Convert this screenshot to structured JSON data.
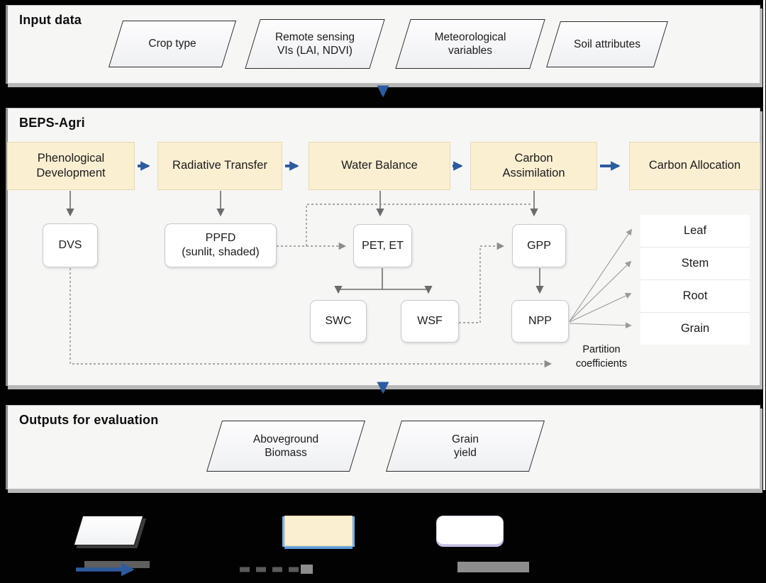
{
  "figure": {
    "type": "model-flowchart",
    "colors": {
      "module_fill": "#fbefd2",
      "accent_blue": "#2d5b9e",
      "connector_gray": "#6b6b6b",
      "dashed_gray": "#8c8c8c",
      "panel_bg": "#f6f6f5",
      "page_bg": "#000000"
    }
  },
  "sections": {
    "input": {
      "title": "Input data",
      "items": [
        {
          "label": "Crop type"
        },
        {
          "label": "Remote sensing\nVIs (LAI, NDVI)"
        },
        {
          "label": "Meteorological\nvariables"
        },
        {
          "label": "Soil attributes"
        }
      ]
    },
    "model": {
      "title": "BEPS-Agri",
      "modules": [
        {
          "label": "Phenological\nDevelopment"
        },
        {
          "label": "Radiative Transfer"
        },
        {
          "label": "Water Balance"
        },
        {
          "label": "Carbon\nAssimilation"
        },
        {
          "label": "Carbon Allocation"
        }
      ],
      "variables": [
        {
          "label": "DVS"
        },
        {
          "label": "PPFD\n(sunlit, shaded)"
        },
        {
          "label": "PET, ET"
        },
        {
          "label": "SWC"
        },
        {
          "label": "WSF"
        },
        {
          "label": "GPP"
        },
        {
          "label": "NPP"
        }
      ],
      "allocation_pools": [
        "Leaf",
        "Stem",
        "Root",
        "Grain"
      ],
      "partition_label": "Partition\ncoefficients"
    },
    "outputs": {
      "title": "Outputs for evaluation",
      "items": [
        {
          "label": "Aboveground\nBiomass"
        },
        {
          "label": "Grain\nyield"
        }
      ]
    }
  },
  "legend": {
    "symbols": [
      {
        "icon": "parallelogram-io-symbol"
      },
      {
        "icon": "module-box-symbol"
      },
      {
        "icon": "variable-box-symbol"
      },
      {
        "icon": "blue-flow-arrow-symbol"
      },
      {
        "icon": "dashed-gray-arrow-symbol"
      },
      {
        "icon": "gray-bar-symbol"
      }
    ]
  }
}
